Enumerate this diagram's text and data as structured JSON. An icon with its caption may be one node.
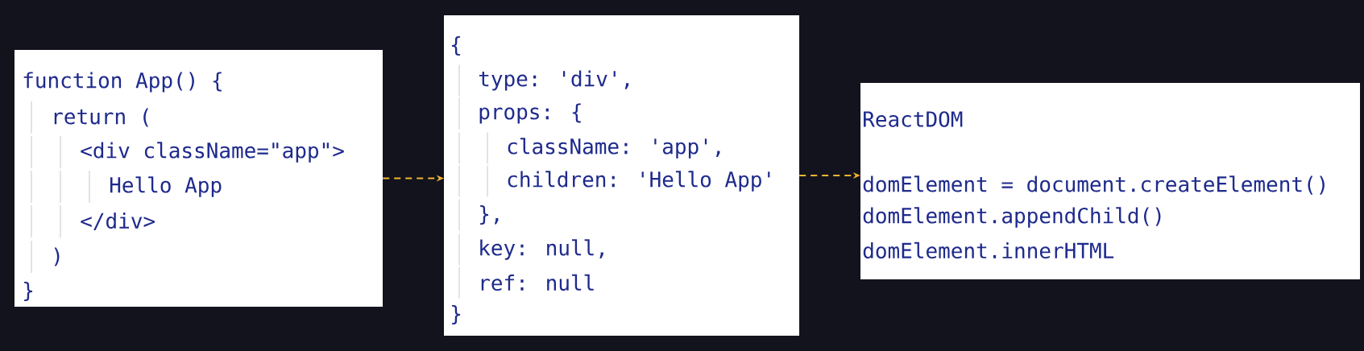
{
  "diagram": {
    "nodes": [
      {
        "text": [
          "function App() {",
          "return (",
          "<div className=\"app\">",
          "Hello App",
          "</div>",
          ")",
          "}"
        ]
      },
      {
        "text": [
          "{",
          "type: 'div',",
          "props: {",
          "className: 'app',",
          "children: 'Hello App'",
          "},",
          "key: null,",
          "ref: null",
          "}"
        ]
      },
      {
        "text": [
          "ReactDOM",
          "domElement = document.createElement()",
          "domElement.appendChild()",
          "domElement.innerHTML"
        ]
      }
    ],
    "edges": [
      {
        "from": 0,
        "to": 1,
        "arrow": "to",
        "style": "dashed"
      },
      {
        "from": 1,
        "to": 2,
        "arrow": "to",
        "style": "dashed"
      }
    ]
  }
}
